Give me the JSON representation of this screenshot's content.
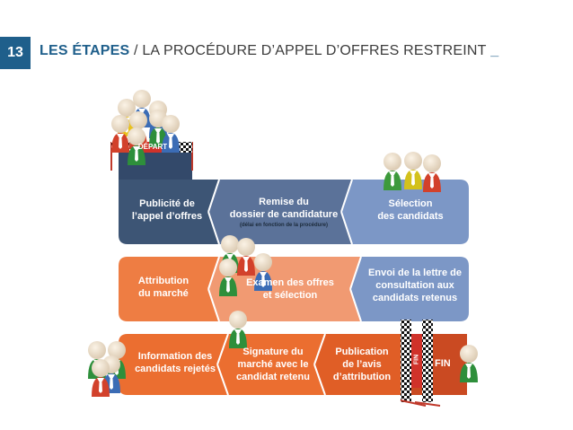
{
  "header": {
    "number": "13",
    "title_bold": "LES ÉTAPES",
    "title_sep": " / ",
    "title_rest": "LA PROCÉDURE D’APPEL D’OFFRES RESTREINT",
    "title_end": " _"
  },
  "flags": {
    "start": "DÉPART",
    "finish_vertical": "FIN",
    "finish": "FIN"
  },
  "steps": {
    "s1": "Publicité de\nl’appel d’offres",
    "s2": "Remise du\ndossier de candidature",
    "s2_note": "(délai en fonction de la procédure)",
    "s3": "Sélection\ndes candidats",
    "s4": "Attribution\ndu marché",
    "s5": "Examen des offres\net sélection",
    "s6": "Envoi de la lettre de\nconsultation aux\ncandidats retenus",
    "s7": "Information des\ncandidats rejetés",
    "s8": "Signature du\nmarché avec le\ncandidat retenu",
    "s9": "Publication\nde l’avis\nd’attribution"
  },
  "colors": {
    "brand_blue": "#1f5f8b",
    "row1_dark": "#3d5575",
    "row1_mid": "#5b7299",
    "row1_light": "#7c97c6",
    "row2_orange": "#ee7d43",
    "row2_light": "#f19a72",
    "row2_blue": "#7c97c6",
    "row3_orange": "#eb6e30",
    "row3_dark": "#ca4a22"
  }
}
